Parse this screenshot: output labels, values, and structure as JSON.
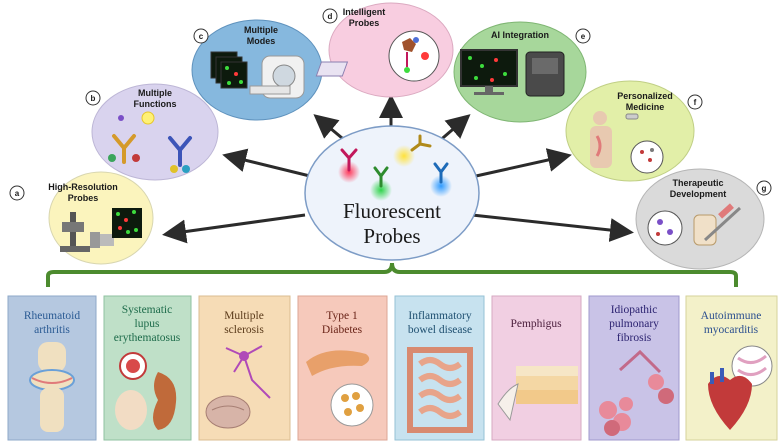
{
  "center": {
    "line1": "Fluorescent",
    "line2": "Probes"
  },
  "features": [
    {
      "letter": "a",
      "title_lines": [
        "High-Resolution",
        "Probes"
      ],
      "fill": "#fbf4bd"
    },
    {
      "letter": "b",
      "title_lines": [
        "Multiple",
        "Functions"
      ],
      "fill": "#d9d3ee"
    },
    {
      "letter": "c",
      "title_lines": [
        "Multiple",
        "Modes"
      ],
      "fill": "#86b8de"
    },
    {
      "letter": "d",
      "title_lines": [
        "Intelligent",
        "Probes"
      ],
      "fill": "#f8cde0"
    },
    {
      "letter": "e",
      "title_lines": [
        "AI Integration"
      ],
      "fill": "#a7d79b"
    },
    {
      "letter": "f",
      "title_lines": [
        "Personalized",
        "Medicine"
      ],
      "fill": "#e2efa8"
    },
    {
      "letter": "g",
      "title_lines": [
        "Therapeutic",
        "Development"
      ],
      "fill": "#dadada"
    }
  ],
  "diseases": [
    {
      "lines": [
        "Rheumatoid",
        "arthritis"
      ],
      "fill": "#b5c8e0",
      "text_color": "#2b5b94"
    },
    {
      "lines": [
        "Systematic",
        "lupus",
        "erythematosus"
      ],
      "fill": "#bfe0c8",
      "text_color": "#1d6b4a"
    },
    {
      "lines": [
        "Multiple",
        "sclerosis"
      ],
      "fill": "#f6dcb6",
      "text_color": "#5a3a1a"
    },
    {
      "lines": [
        "Type 1",
        "Diabetes"
      ],
      "fill": "#f6c9bb",
      "text_color": "#6a2418"
    },
    {
      "lines": [
        "Inflammatory",
        "bowel disease"
      ],
      "fill": "#c7e2ef",
      "text_color": "#1e4f70"
    },
    {
      "lines": [
        "Pemphigus"
      ],
      "fill": "#f1cfe2",
      "text_color": "#4a1d3b"
    },
    {
      "lines": [
        "Idiopathic",
        "pulmonary",
        "fibrosis"
      ],
      "fill": "#c9c3e7",
      "text_color": "#2b2270"
    },
    {
      "lines": [
        "Autoimmune",
        "myocarditis"
      ],
      "fill": "#f3f1c9",
      "text_color": "#2b4f8f"
    }
  ],
  "colors": {
    "bracket": "#4c8b2e",
    "arrow": "#2b2b2b",
    "center_fill": "#eef3fb",
    "center_stroke": "#7d9cc6"
  }
}
